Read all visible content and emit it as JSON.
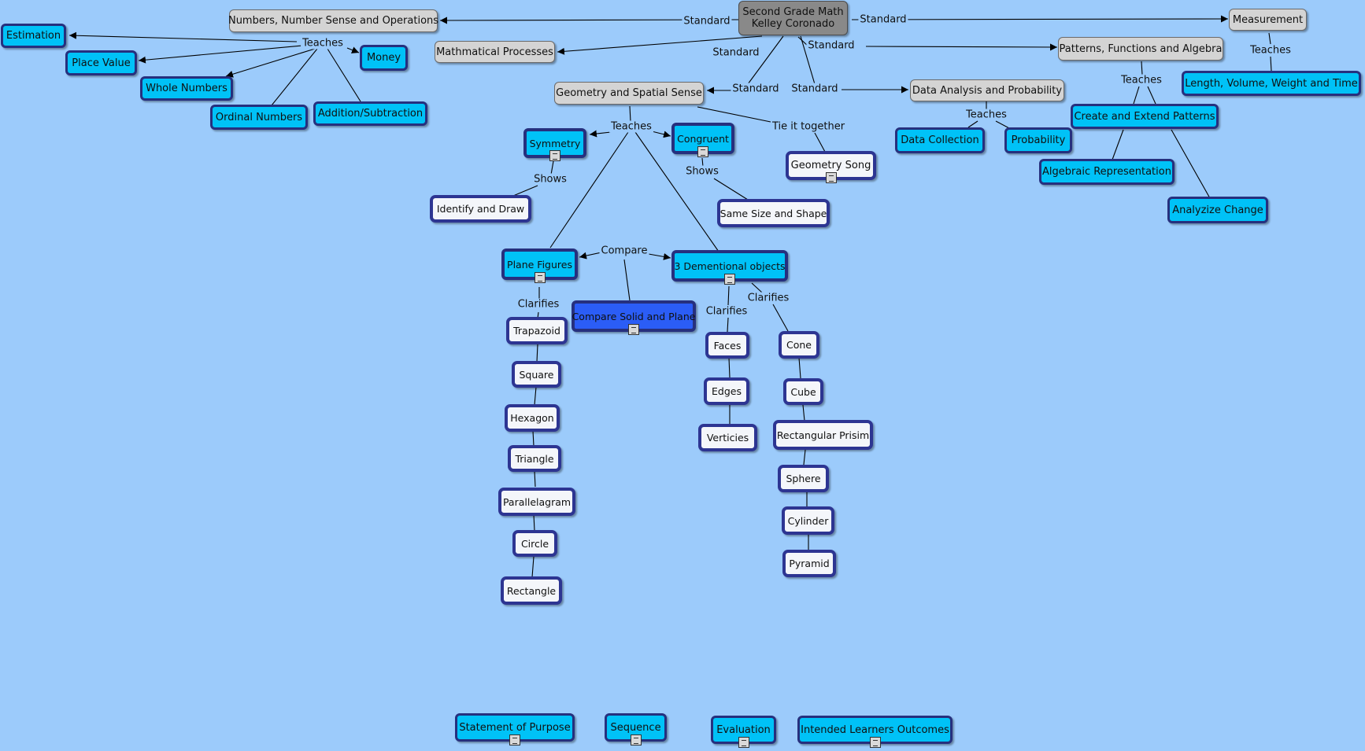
{
  "colors": {
    "background": "#9ccbfb",
    "standard_node": "#d4d4d4",
    "root_node": "#898989",
    "concept_node": "#00c2f7",
    "leaf_node": "#f4f6fa",
    "highlight_node": "#2b5df6",
    "border_dark_blue": "#2d3592"
  },
  "root": {
    "line1": "Second Grade Math",
    "line2": "Kelley Coronado"
  },
  "standards": {
    "numbers": "Numbers, Number Sense and Operations",
    "processes": "Mathmatical Processes",
    "geometry": "Geometry and Spatial Sense",
    "measurement": "Measurement",
    "patterns": "Patterns, Functions and Algebra",
    "data": "Data Analysis and Probability"
  },
  "numbers_topics": {
    "estimation": "Estimation",
    "place_value": "Place Value",
    "whole_numbers": "Whole Numbers",
    "ordinal_numbers": "Ordinal Numbers",
    "addition_subtraction": "Addition/Subtraction",
    "money": "Money"
  },
  "measurement_topics": {
    "lvwt": "Length, Volume, Weight and Time"
  },
  "patterns_topics": {
    "create_extend": "Create and Extend Patterns",
    "algebraic": "Algebraic Representation",
    "analyze_change": "Analyzize Change"
  },
  "data_topics": {
    "collection": "Data Collection",
    "probability": "Probability"
  },
  "geometry_topics": {
    "symmetry": "Symmetry",
    "congruent": "Congruent",
    "geometry_song": "Geometry Song",
    "identify_draw": "Identify and Draw",
    "same_size_shape": "Same Size and Shape",
    "plane_figures": "Plane Figures",
    "three_d": "3 Dementional objects",
    "compare_solid_plane": "Compare Solid and Plane"
  },
  "plane_shapes": [
    "Trapazoid",
    "Square",
    "Hexagon",
    "Triangle",
    "Parallelagram",
    "Circle",
    "Rectangle"
  ],
  "three_d_parts": [
    "Faces",
    "Edges",
    "Verticies"
  ],
  "solid_shapes": [
    "Cone",
    "Cube",
    "Rectangular Prisim",
    "Sphere",
    "Cylinder",
    "Pyramid"
  ],
  "footer": {
    "purpose": "Statement of Purpose",
    "sequence": "Sequence",
    "evaluation": "Evaluation",
    "outcomes": "Intended Learners Outcomes"
  },
  "link_labels": {
    "standard": "Standard",
    "teaches": "Teaches",
    "shows": "Shows",
    "compare": "Compare",
    "clarifies": "Clarifies",
    "tie_together": "Tie it together"
  }
}
